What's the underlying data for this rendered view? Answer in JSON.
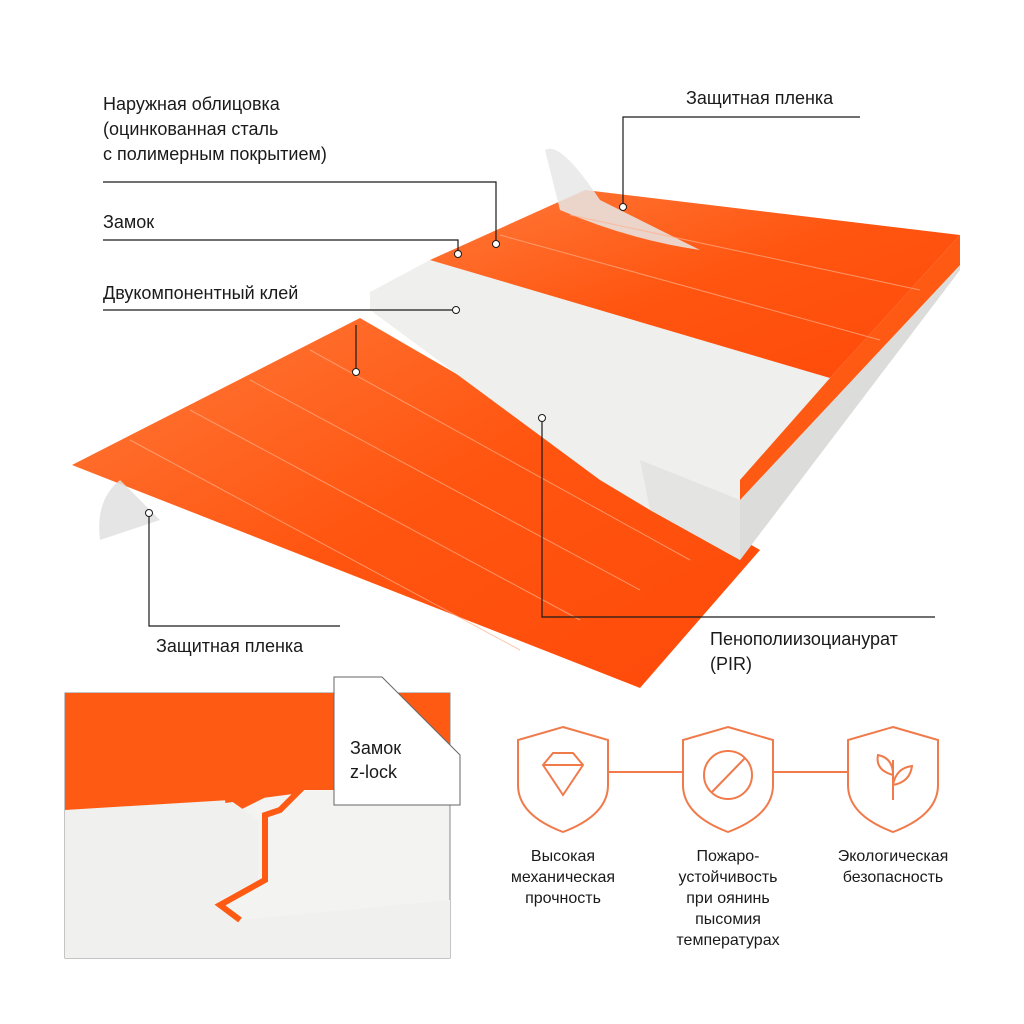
{
  "labels": {
    "outer_facing": [
      "Наружная облицовка",
      "(оцинкованная сталь",
      "с полимерным покрытием)"
    ],
    "protective_film_top": "Защитная пленка",
    "lock": "Замок",
    "adhesive": "Двукомпонентный клей",
    "protective_film_bottom": "Защитная пленка",
    "core": [
      "Пенополиизоцианурат",
      "(PIR)"
    ]
  },
  "inset": {
    "title": [
      "Замок",
      "z-lock"
    ]
  },
  "features": [
    {
      "icon": "diamond-shield-icon",
      "lines": [
        "Высокая",
        "механическая",
        "прочность"
      ]
    },
    {
      "icon": "no-fire-shield-icon",
      "lines": [
        "Пожаро-",
        "устойчивость",
        "при оянинь",
        "пысомия",
        "температурах"
      ]
    },
    {
      "icon": "leaf-shield-icon",
      "lines": [
        "Экологическая",
        "безопасность"
      ]
    }
  ],
  "colors": {
    "accent": "#ff5a14",
    "foam": "#eeeeec",
    "line": "#1a1a1a",
    "icon": "#f07a4a"
  }
}
